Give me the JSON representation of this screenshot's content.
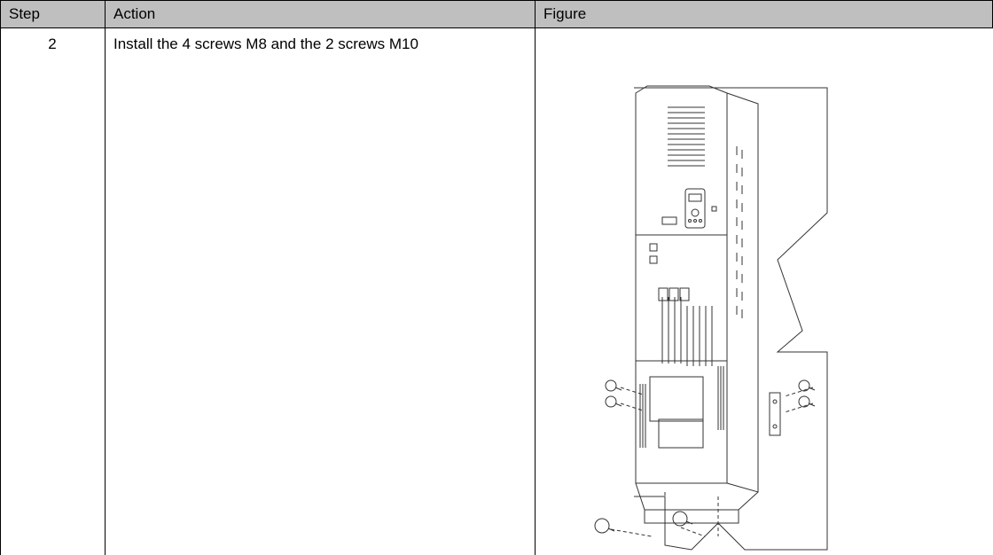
{
  "table": {
    "headers": {
      "step": "Step",
      "action": "Action",
      "figure": "Figure"
    },
    "rows": [
      {
        "step": "2",
        "action": "Install the 4 screws M8 and the 2 screws M10"
      }
    ]
  },
  "colors": {
    "header_bg": "#bfbfbf",
    "border": "#000000",
    "line_art": "#333333"
  }
}
